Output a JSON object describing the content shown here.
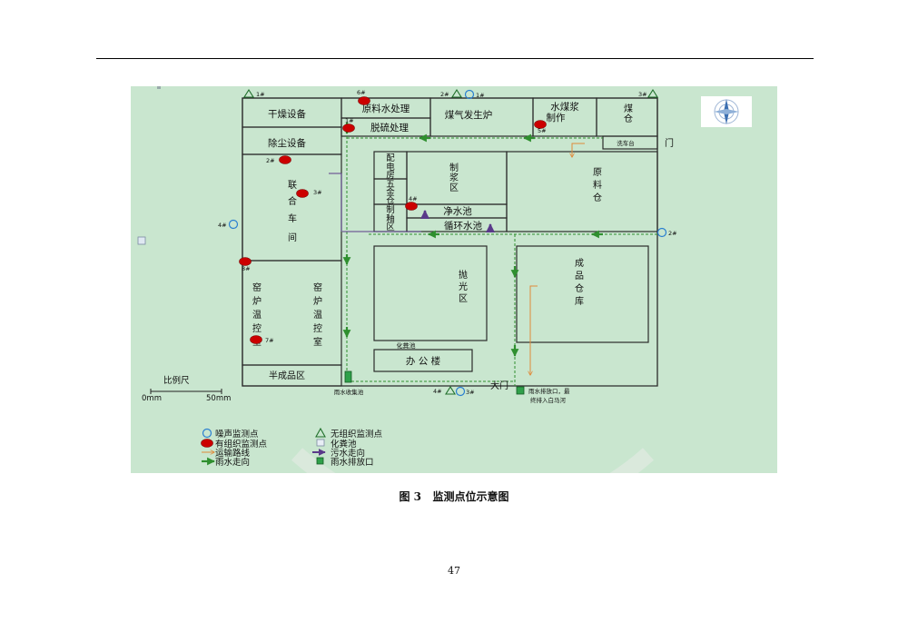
{
  "page_number": "47",
  "caption": {
    "figure": "图 3",
    "title": "监测点位示意图"
  },
  "rooms": {
    "drying": "干燥设备",
    "dust_removal": "除尘设备",
    "united_workshop": [
      "联",
      "合",
      "车",
      "间"
    ],
    "kiln_control_1": [
      "窑",
      "炉",
      "温",
      "控",
      "室"
    ],
    "kiln_control_2": [
      "窑",
      "炉",
      "温",
      "控",
      "室"
    ],
    "semi_product": "半成品区",
    "raw_water": "原料水处理",
    "desulfurization": "脱硫处理",
    "gas_generator": "煤气发生炉",
    "water_coal_1": "水煤浆",
    "water_coal_2": "制作",
    "coal_warehouse": [
      "煤",
      "仓"
    ],
    "wash_station": "洗车台",
    "door": "门",
    "distribution": [
      "配",
      "电",
      "房"
    ],
    "hardware": [
      "五",
      "金",
      "仓"
    ],
    "slurry_area": [
      "制",
      "浆",
      "区"
    ],
    "molding_area": [
      "制",
      "釉",
      "区"
    ],
    "clean_pool": "净水池",
    "circulation_pool": "循环水池",
    "raw_material_warehouse": [
      "原",
      "料",
      "仓"
    ],
    "polishing_area": [
      "抛",
      "光",
      "区"
    ],
    "finished_warehouse": [
      "成",
      "品",
      "仓",
      "库"
    ],
    "septic_label": "化粪池",
    "office": "办  公  楼",
    "main_gate": "大门",
    "rain_collect_pool": "雨水收集池",
    "rain_outlet_1": "雨水排放口，最",
    "rain_outlet_2": "终排入白马河"
  },
  "points": {
    "p6": "6#",
    "p1_org": "1#",
    "p5": "5#",
    "p2_org": "2#",
    "p3_org": "3#",
    "p4_org": "4#",
    "p8": "8#",
    "p7": "7#",
    "n1": "1#",
    "n2": "2#",
    "n3": "3#",
    "n4": "4#",
    "a1": "1#",
    "a2": "2#",
    "a3": "3#",
    "a4": "4#"
  },
  "scale": {
    "label": "比例尺",
    "min": "0mm",
    "max": "50mm"
  },
  "legend": {
    "noise": "噪声监测点",
    "unorganized": "无组织监测点",
    "organized": "有组织监测点",
    "septic": "化粪池",
    "transport": "运输路线",
    "sewage": "污水走向",
    "rain_direction": "雨水走向",
    "rain_outlet": "雨水排放口"
  },
  "colors": {
    "background": "#c9e6cf",
    "organized_point": "#cc0000",
    "noise_point": "#2a7fd0",
    "unorganized_point": "#1f6f2a",
    "rain_line": "#2f8f2f",
    "transport_line": "#e08a3a",
    "sewage_line": "#5a3a8a"
  }
}
